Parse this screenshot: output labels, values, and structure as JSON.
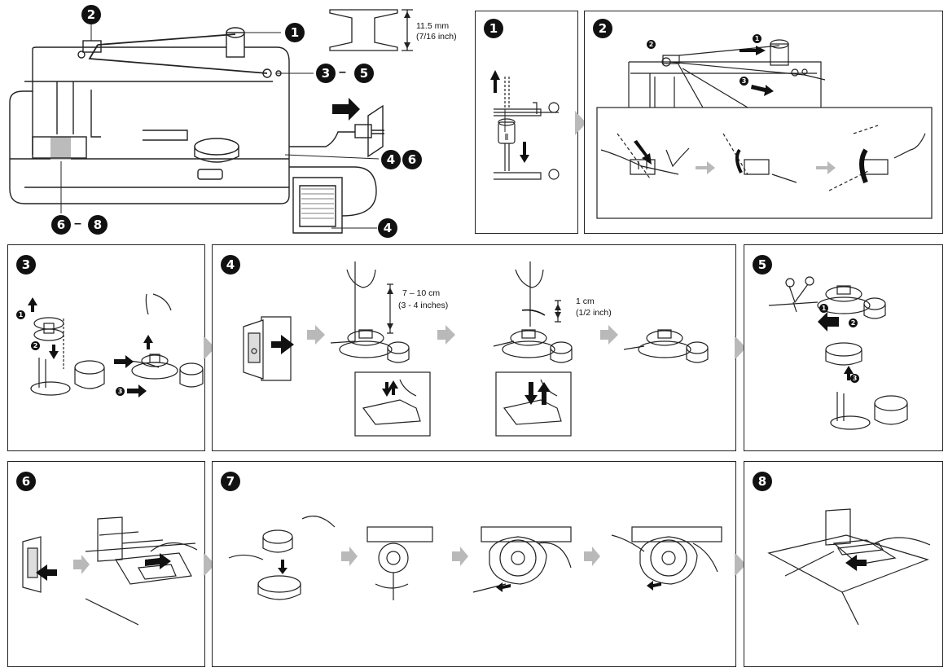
{
  "badges": {
    "one": "1",
    "two": "2",
    "three": "3",
    "four": "4",
    "five": "5",
    "six": "6",
    "seven": "7",
    "eight": "8"
  },
  "overview": {
    "range_separator": "–",
    "callout_2": "2",
    "callout_1": "1",
    "callout_3": "3",
    "callout_5": "5",
    "callout_4a": "4",
    "callout_6a": "6",
    "callout_4b": "4",
    "callout_6b": "6",
    "callout_8": "8",
    "bobbin_dimension": "11.5 mm",
    "bobbin_dimension_imperial": "(7/16 inch)"
  },
  "panel_2": {
    "sub_1": "1",
    "sub_2": "2",
    "sub_3": "3"
  },
  "panel_3": {
    "sub_1": "1",
    "sub_2": "2",
    "sub_3": "3"
  },
  "panel_4": {
    "height_metric": "7 – 10 cm",
    "height_imperial": "(3 - 4 inches)",
    "trim_metric": "1 cm",
    "trim_imperial": "(1/2 inch)"
  },
  "panel_5": {
    "sub_1": "1",
    "sub_2": "2",
    "sub_3": "3"
  },
  "colors": {
    "line": "#222222",
    "arrow_gray": "#b9b9b9",
    "badge": "#111111",
    "fill_gray": "#cfcfcf"
  }
}
